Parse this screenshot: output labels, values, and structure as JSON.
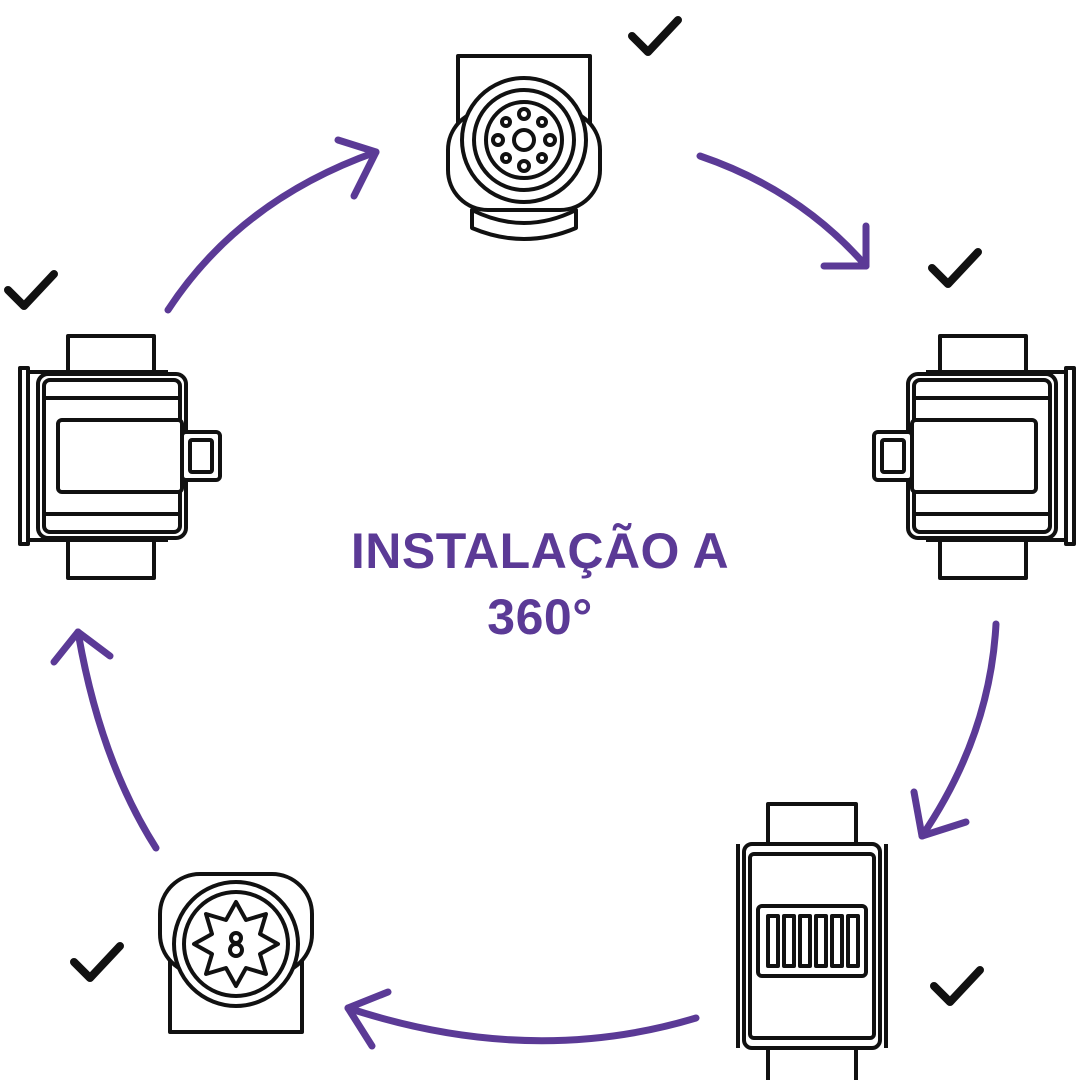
{
  "title": {
    "line1": "INSTALAÇÃO A",
    "line2": "360°"
  },
  "colors": {
    "accent": "#5b3a96",
    "ink": "#111111",
    "background": "#ffffff"
  },
  "icons": {
    "check": "check-mark-icon",
    "arrow": "curved-arrow-icon",
    "fan": "inline-duct-fan-icon"
  },
  "orientations": [
    "top",
    "right",
    "bottom-right",
    "bottom-left",
    "left"
  ]
}
